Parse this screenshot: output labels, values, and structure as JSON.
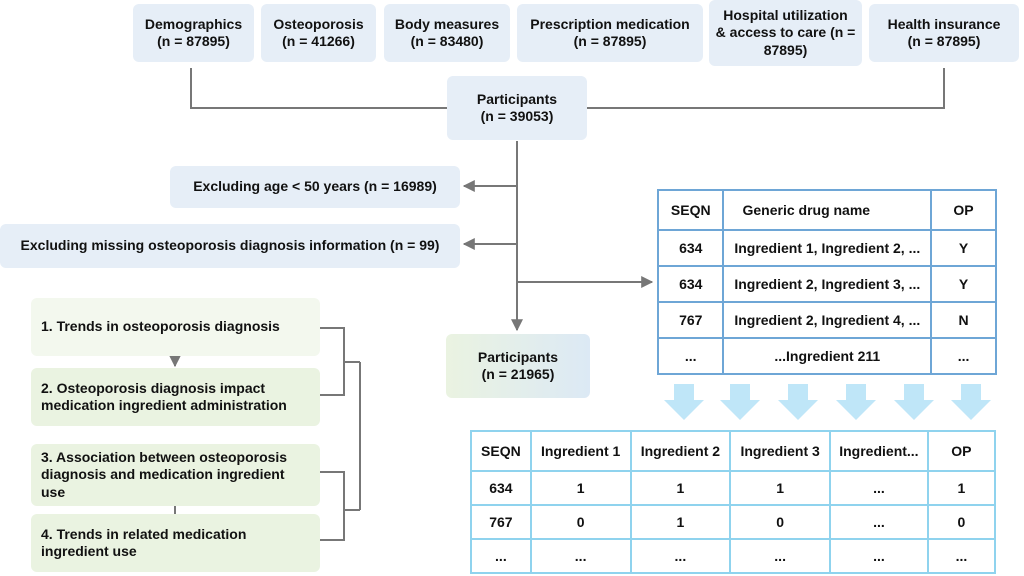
{
  "sources": [
    {
      "label": "Demographics\n(n = 87895)"
    },
    {
      "label": "Osteoporosis\n(n = 41266)"
    },
    {
      "label": "Body measures\n(n = 83480)"
    },
    {
      "label": "Prescription medication\n(n = 87895)"
    },
    {
      "label": "Hospital utilization\n& access to care (n =\n87895)"
    },
    {
      "label": "Health insurance\n(n = 87895)"
    }
  ],
  "participants_initial": "Participants\n(n = 39053)",
  "exclusions": [
    {
      "label": "Excluding age < 50 years (n = 16989)"
    },
    {
      "label": "Excluding missing osteoporosis diagnosis information (n = 99)"
    }
  ],
  "participants_final": "Participants\n(n = 21965)",
  "goals": [
    {
      "label": "1. Trends in osteoporosis diagnosis"
    },
    {
      "label": "2. Osteoporosis diagnosis impact\nmedication ingredient administration"
    },
    {
      "label": "3. Association between osteoporosis\ndiagnosis and medication ingredient\nuse"
    },
    {
      "label": "4. Trends in related medication\ningredient use"
    }
  ],
  "drug_table": {
    "headers": [
      "SEQN",
      "Generic drug name",
      "OP"
    ],
    "rows": [
      [
        "634",
        "Ingredient 1, Ingredient 2, ...",
        "Y"
      ],
      [
        "634",
        "Ingredient 2, Ingredient 3, ...",
        "Y"
      ],
      [
        "767",
        "Ingredient 2, Ingredient 4, ...",
        "N"
      ],
      [
        "...",
        "...Ingredient 211",
        "..."
      ]
    ]
  },
  "ingredient_table": {
    "headers": [
      "SEQN",
      "Ingredient 1",
      "Ingredient 2",
      "Ingredient 3",
      "Ingredient...",
      "OP"
    ],
    "rows": [
      [
        "634",
        "1",
        "1",
        "1",
        "...",
        "1"
      ],
      [
        "767",
        "0",
        "1",
        "0",
        "...",
        "0"
      ],
      [
        "...",
        "...",
        "...",
        "...",
        "...",
        "..."
      ]
    ]
  },
  "colors": {
    "box_blue": "#e6eef7",
    "box_green": "#eaf3e1",
    "line": "#777777",
    "table_border": "#6ea6d6",
    "arrow_blue": "#bfe6f8"
  }
}
